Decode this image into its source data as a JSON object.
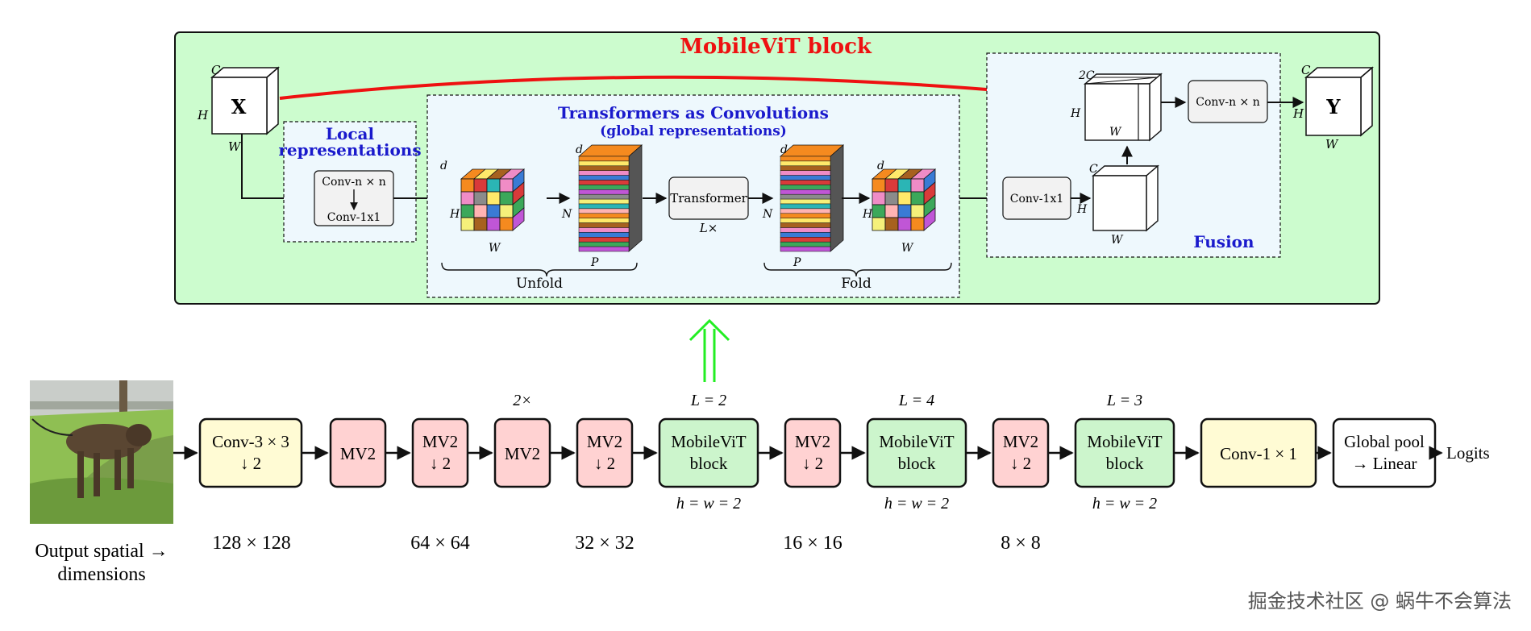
{
  "block": {
    "title": "MobileViT block",
    "input_label": "X",
    "output_label": "Y",
    "local": {
      "title": "Local representations",
      "line1": "Local",
      "line2": "representations",
      "conv_top": "Conv-n × n",
      "conv_bottom": "Conv-1x1"
    },
    "transformers": {
      "title": "Transformers as Convolutions",
      "subtitle": "(global representations)",
      "transformer": "Transformer",
      "repeat": "L×",
      "unfold": "Unfold",
      "fold": "Fold"
    },
    "fusion": {
      "title": "Fusion",
      "conv1x1": "Conv-1x1",
      "convnn": "Conv-n × n"
    },
    "dims": {
      "C": "C",
      "H": "H",
      "W": "W",
      "d": "d",
      "N": "N",
      "P": "P",
      "twoC": "2C"
    }
  },
  "pipeline": {
    "image_alt": "dog on grass",
    "stages": [
      {
        "label1": "Conv-3 × 3",
        "label2": "↓ 2",
        "kind": "conv",
        "above": "",
        "below": ""
      },
      {
        "label1": "MV2",
        "label2": "",
        "kind": "mv2",
        "above": "",
        "below": ""
      },
      {
        "label1": "MV2",
        "label2": "↓ 2",
        "kind": "mv2",
        "above": "",
        "below": ""
      },
      {
        "label1": "MV2",
        "label2": "",
        "kind": "mv2",
        "above": "2×",
        "below": ""
      },
      {
        "label1": "MV2",
        "label2": "↓ 2",
        "kind": "mv2",
        "above": "",
        "below": ""
      },
      {
        "label1": "MobileViT",
        "label2": "block",
        "kind": "vit",
        "above": "L = 2",
        "below": "h = w = 2"
      },
      {
        "label1": "MV2",
        "label2": "↓ 2",
        "kind": "mv2",
        "above": "",
        "below": ""
      },
      {
        "label1": "MobileViT",
        "label2": "block",
        "kind": "vit",
        "above": "L = 4",
        "below": "h = w = 2"
      },
      {
        "label1": "MV2",
        "label2": "↓ 2",
        "kind": "mv2",
        "above": "",
        "below": ""
      },
      {
        "label1": "MobileViT",
        "label2": "block",
        "kind": "vit",
        "above": "L = 3",
        "below": "h = w = 2"
      },
      {
        "label1": "Conv-1 × 1",
        "label2": "",
        "kind": "conv",
        "above": "",
        "below": ""
      },
      {
        "label1": "Global pool",
        "label2": "→ Linear",
        "kind": "plain",
        "above": "",
        "below": ""
      }
    ],
    "logits": "Logits",
    "spatial_label_1": "Output spatial →",
    "spatial_label_2": "dimensions",
    "spatial_dims": [
      "128 × 128",
      "64 × 64",
      "32 × 32",
      "16 × 16",
      "8 × 8"
    ]
  },
  "watermark": "掘金技术社区 @ 蜗牛不会算法",
  "colors": {
    "block_bg": "#ccfcce",
    "inner_bg": "#eef8fd",
    "title_red": "#ee1111",
    "title_blue": "#1a1acc",
    "conv_fill": "#fffbd4",
    "mv2_fill": "#ffd2d2",
    "vit_fill": "#ccf5cc",
    "arrow_green": "#22ee22"
  }
}
